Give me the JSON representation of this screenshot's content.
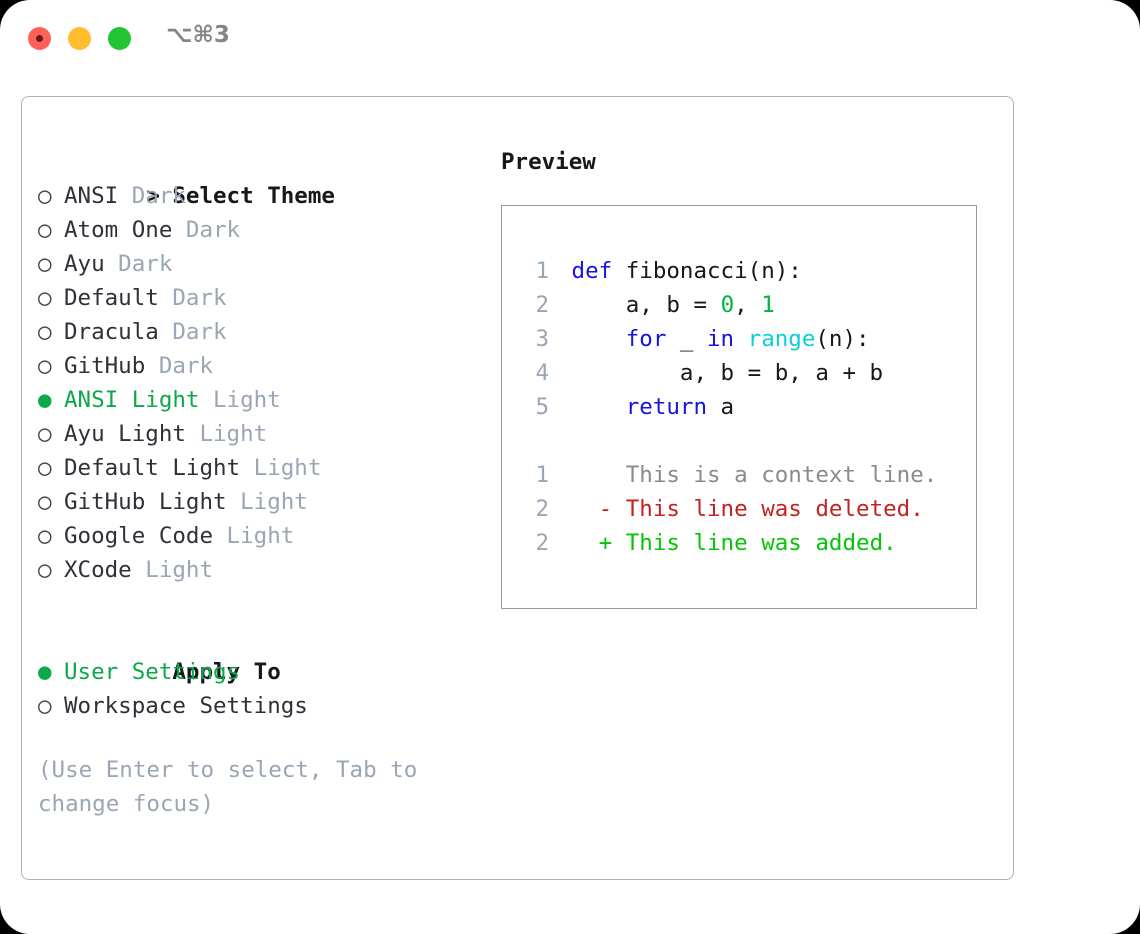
{
  "titlebar": {
    "shortcut": "⌥⌘3",
    "buttons": [
      "close",
      "minimize",
      "maximize"
    ]
  },
  "theme_list": {
    "heading": "Select Theme",
    "heading_prefix": "> ",
    "bullet_selected": "●",
    "bullet_unselected": "○",
    "items": [
      {
        "name": "ANSI",
        "variant": "Dark",
        "selected": false
      },
      {
        "name": "Atom One",
        "variant": "Dark",
        "selected": false
      },
      {
        "name": "Ayu",
        "variant": "Dark",
        "selected": false
      },
      {
        "name": "Default",
        "variant": "Dark",
        "selected": false
      },
      {
        "name": "Dracula",
        "variant": "Dark",
        "selected": false
      },
      {
        "name": "GitHub",
        "variant": "Dark",
        "selected": false
      },
      {
        "name": "ANSI Light",
        "variant": "Light",
        "selected": true
      },
      {
        "name": "Ayu Light",
        "variant": "Light",
        "selected": false
      },
      {
        "name": "Default Light",
        "variant": "Light",
        "selected": false
      },
      {
        "name": "GitHub Light",
        "variant": "Light",
        "selected": false
      },
      {
        "name": "Google Code",
        "variant": "Light",
        "selected": false
      },
      {
        "name": "XCode",
        "variant": "Light",
        "selected": false
      }
    ]
  },
  "apply_to": {
    "heading": "Apply To",
    "items": [
      {
        "name": "User Settings",
        "selected": true
      },
      {
        "name": "Workspace Settings",
        "selected": false
      }
    ]
  },
  "hint": "(Use Enter to select, Tab to change focus)",
  "preview": {
    "title": "Preview",
    "code_lines": [
      {
        "num": "1",
        "tokens": [
          {
            "t": "def ",
            "c": "kw"
          },
          {
            "t": "fibonacci(n):",
            "c": "plain"
          }
        ]
      },
      {
        "num": "2",
        "tokens": [
          {
            "t": "    a, b = ",
            "c": "plain"
          },
          {
            "t": "0",
            "c": "num"
          },
          {
            "t": ", ",
            "c": "plain"
          },
          {
            "t": "1",
            "c": "num"
          }
        ]
      },
      {
        "num": "3",
        "tokens": [
          {
            "t": "    ",
            "c": "plain"
          },
          {
            "t": "for",
            "c": "kw"
          },
          {
            "t": " _ ",
            "c": "plain"
          },
          {
            "t": "in",
            "c": "kw"
          },
          {
            "t": " ",
            "c": "plain"
          },
          {
            "t": "range",
            "c": "fn"
          },
          {
            "t": "(n):",
            "c": "plain"
          }
        ]
      },
      {
        "num": "4",
        "tokens": [
          {
            "t": "        a, b = b, a + b",
            "c": "plain"
          }
        ]
      },
      {
        "num": "5",
        "tokens": [
          {
            "t": "    ",
            "c": "plain"
          },
          {
            "t": "return",
            "c": "kw"
          },
          {
            "t": " a",
            "c": "plain"
          }
        ]
      }
    ],
    "diff_lines": [
      {
        "num": "1",
        "marker": "  ",
        "text": "This is a context line.",
        "kind": "ctx"
      },
      {
        "num": "2",
        "marker": "- ",
        "text": "This line was deleted.",
        "kind": "del"
      },
      {
        "num": "2",
        "marker": "+ ",
        "text": "This line was added.",
        "kind": "add"
      }
    ]
  },
  "colors": {
    "accent_green": "#0da84a",
    "muted": "#9aa5b5",
    "keyword_blue": "#1515dd",
    "number_green": "#00b53c",
    "function_cyan": "#0ccfd6",
    "diff_delete_red": "#c32222",
    "diff_add_green": "#06c406",
    "border": "#a9b3c1",
    "preview_border": "#8e9bab"
  }
}
